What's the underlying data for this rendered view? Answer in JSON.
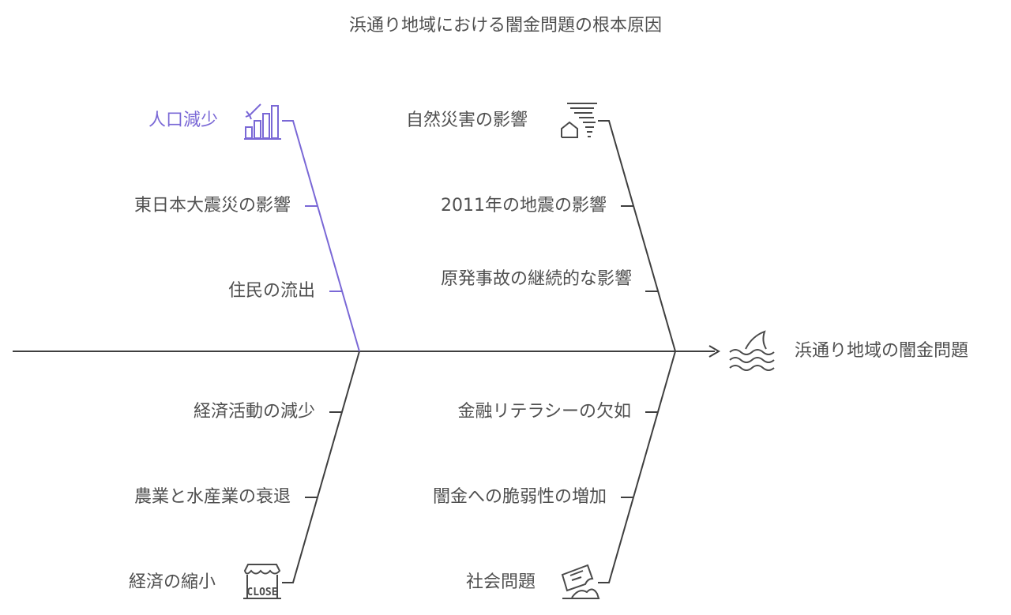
{
  "title": "浜通り地域における闇金問題の根本原因",
  "effect": {
    "label": "浜通り地域の闇金問題",
    "icon": "shark-fin-waves-icon"
  },
  "colors": {
    "accent": "#7a68d6",
    "line": "#3f3f3f",
    "text": "#4f4f4f"
  },
  "categories": {
    "population": {
      "label": "人口減少",
      "icon": "declining-bar-chart-icon",
      "causes": [
        "東日本大震災の影響",
        "住民の流出"
      ]
    },
    "disaster": {
      "label": "自然災害の影響",
      "icon": "tornado-house-icon",
      "causes": [
        "2011年の地震の影響",
        "原発事故の継続的な影響"
      ]
    },
    "economy": {
      "label": "経済の縮小",
      "icon": "closed-shop-icon",
      "causes": [
        "経済活動の減少",
        "農業と水産業の衰退"
      ]
    },
    "social": {
      "label": "社会問題",
      "icon": "torn-ticket-icon",
      "causes": [
        "金融リテラシーの欠如",
        "闇金への脆弱性の増加"
      ]
    }
  }
}
